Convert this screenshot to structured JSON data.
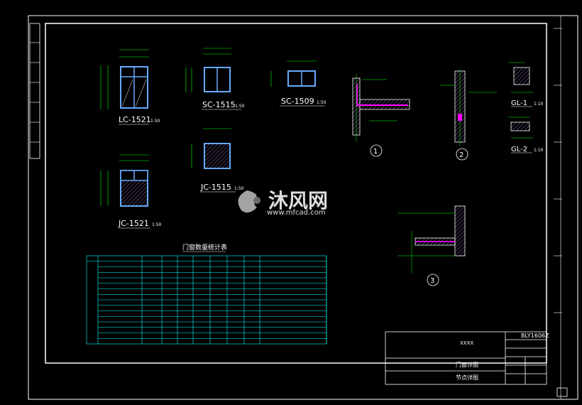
{
  "drawing": {
    "windows": [
      {
        "id": "lc1521",
        "label": "LC-1521",
        "scale": "1:50"
      },
      {
        "id": "sc1515",
        "label": "SC-1515",
        "scale": "1:50"
      },
      {
        "id": "sc1509",
        "label": "SC-1509",
        "scale": "1:50"
      },
      {
        "id": "jc1515",
        "label": "JC-1515",
        "scale": "1:50"
      },
      {
        "id": "jc1521",
        "label": "JC-1521",
        "scale": "1:50"
      }
    ],
    "lintels": [
      {
        "label": "GL-1",
        "scale": "1:10"
      },
      {
        "label": "GL-2",
        "scale": "1:10"
      }
    ],
    "details": [
      "1",
      "2",
      "3"
    ],
    "schedule": {
      "title": "门窗数量统计表",
      "rows": 15
    },
    "watermark": {
      "brand": "沐风网",
      "url": "www.mfcad.com"
    },
    "titleblock": {
      "project": "XXXX",
      "sheet_name_1": "门窗详图",
      "sheet_name_2": "节点详图",
      "drawing_no": "BLY1606Z"
    }
  }
}
